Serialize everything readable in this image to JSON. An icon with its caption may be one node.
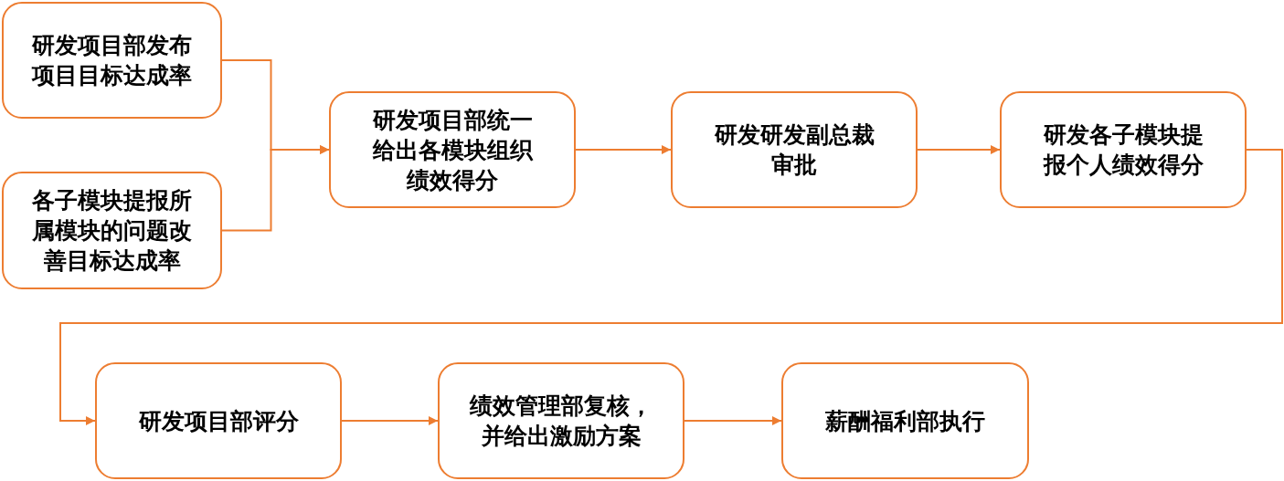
{
  "diagram": {
    "nodes": [
      {
        "text": [
          "研发项目部发布项目目标达成率"
        ]
      },
      {
        "text": [
          "各子模块提报所属模块的问题改善目标达成率"
        ]
      },
      {
        "text": [
          "研发项目部统一给出各模块组织绩效得分"
        ]
      },
      {
        "text": [
          "研发研发副总裁审批"
        ]
      },
      {
        "text": [
          "研发各子模块提报个人绩效得分"
        ]
      },
      {
        "text": [
          "研发项目部评分"
        ]
      },
      {
        "text": [
          "绩效管理部复核，并给出激励方案"
        ]
      },
      {
        "text": [
          "薪酬福利部执行"
        ]
      }
    ],
    "edges": [
      {
        "from": 0,
        "to": 2,
        "arrow": "to"
      },
      {
        "from": 1,
        "to": 2,
        "arrow": "to"
      },
      {
        "from": 2,
        "to": 3,
        "arrow": "to"
      },
      {
        "from": 3,
        "to": 4,
        "arrow": "to"
      },
      {
        "from": 4,
        "to": 5,
        "arrow": "to"
      },
      {
        "from": 5,
        "to": 6,
        "arrow": "to"
      },
      {
        "from": 6,
        "to": 7,
        "arrow": "to"
      }
    ]
  }
}
